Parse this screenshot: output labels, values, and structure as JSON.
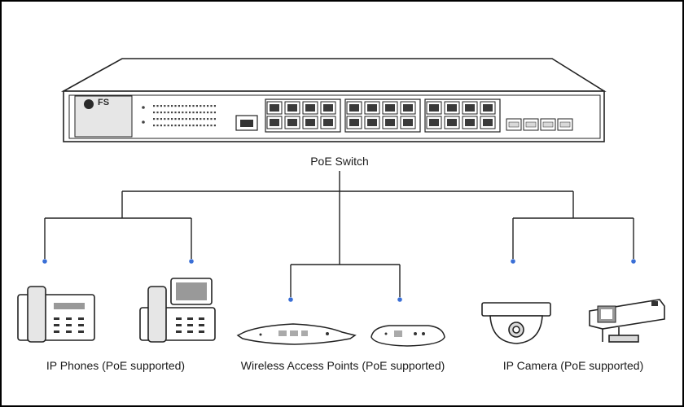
{
  "diagram": {
    "switch_label": "PoE Switch",
    "brand": "FS",
    "groups": [
      {
        "id": "phones",
        "label": "IP Phones (PoE supported)"
      },
      {
        "id": "access-points",
        "label": "Wireless Access Points (PoE supported)"
      },
      {
        "id": "cameras",
        "label": "IP Camera (PoE supported)"
      }
    ]
  },
  "colors": {
    "line": "#222222",
    "dot": "#3a6fd6",
    "device_fill": "#ffffff",
    "device_shade": "#d9d9d9"
  }
}
